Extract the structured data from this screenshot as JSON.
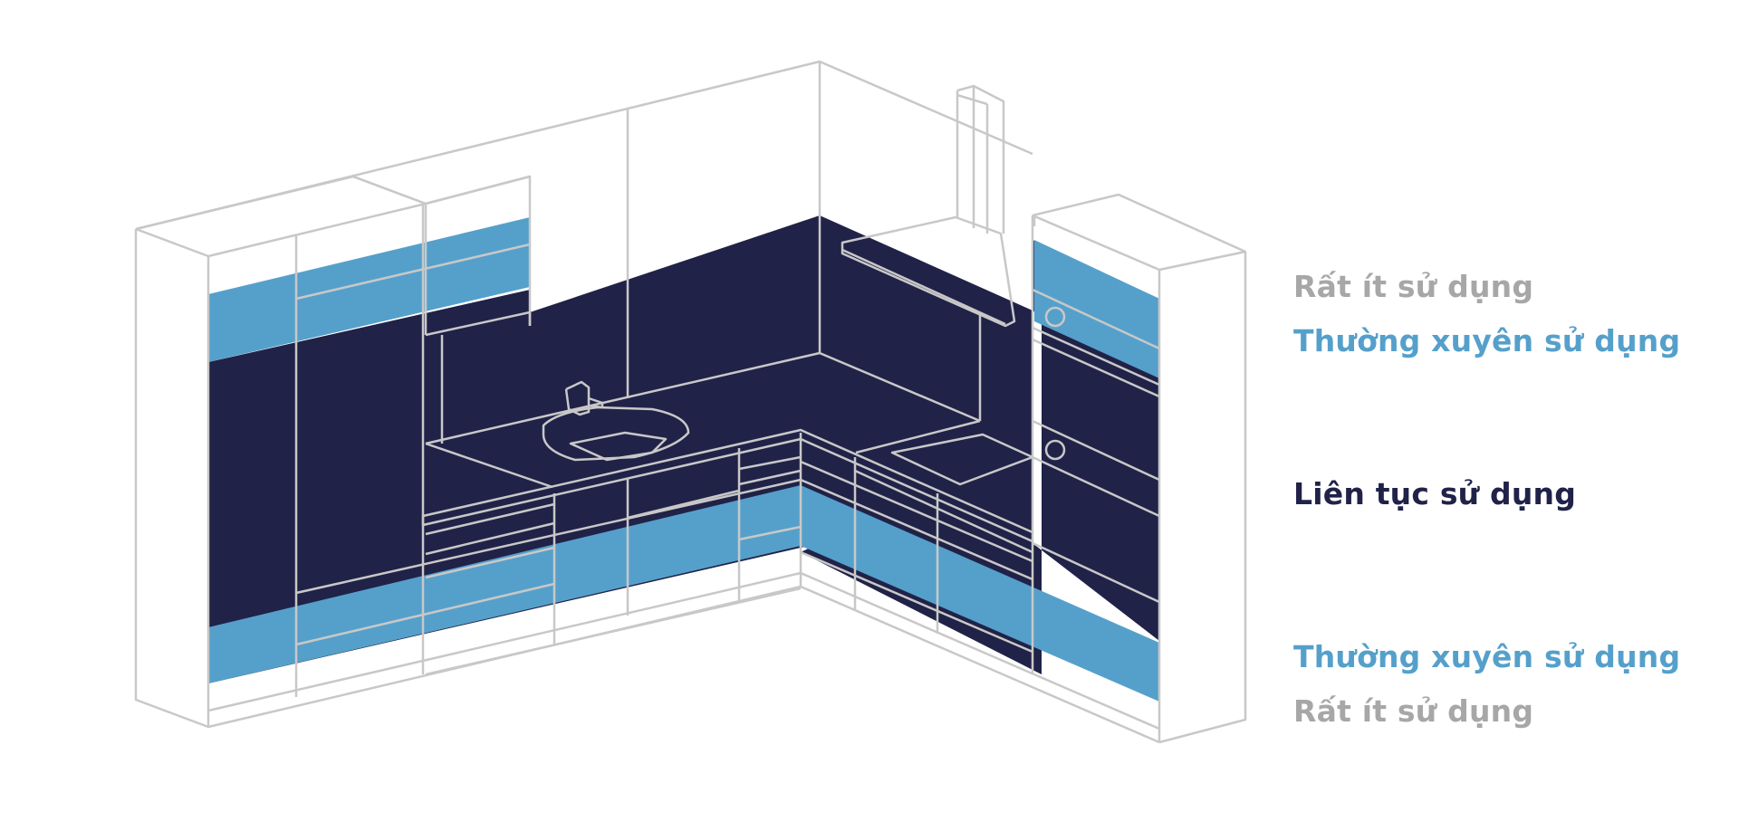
{
  "colors": {
    "continuous": "#212248",
    "frequent": "#55A0CB",
    "rare": "#A7A7A7",
    "outline": "#C8C8C8",
    "background": "#FFFFFF"
  },
  "legend": {
    "upper_rare": "Rất ít sử dụng",
    "upper_frequent": "Thường xuyên sử dụng",
    "continuous": "Liên tục sử dụng",
    "lower_frequent": "Thường xuyên sử dụng",
    "lower_rare": "Rất ít sử dụng"
  }
}
